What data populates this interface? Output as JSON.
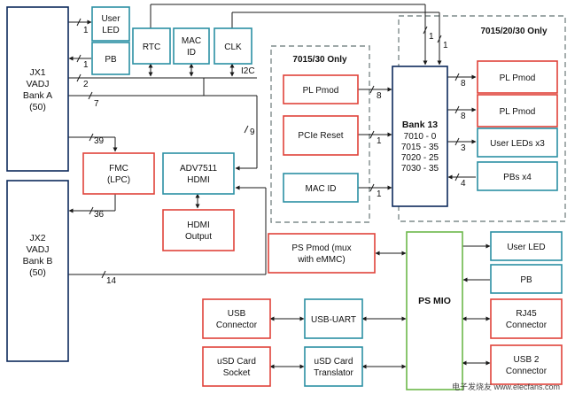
{
  "colors": {
    "ext_border": "#0d2a5c",
    "teal": "#2b8fa3",
    "red": "#e0433a",
    "green": "#6cb84a",
    "dashed": "#7f8c8c",
    "line": "#1a1a1a"
  },
  "blocks": {
    "jx1": {
      "lines": [
        "JX1",
        "VADJ",
        "Bank A",
        "(50)"
      ]
    },
    "jx2": {
      "lines": [
        "JX2",
        "VADJ",
        "Bank B",
        "(50)"
      ]
    },
    "user_led_top": {
      "lines": [
        "User",
        "LED"
      ]
    },
    "pb_top": {
      "lines": [
        "PB"
      ]
    },
    "rtc": {
      "lines": [
        "RTC"
      ]
    },
    "mac_id_top": {
      "lines": [
        "MAC",
        "ID"
      ]
    },
    "clk": {
      "lines": [
        "CLK"
      ]
    },
    "fmc": {
      "lines": [
        "FMC",
        "(LPC)"
      ]
    },
    "adv7511": {
      "lines": [
        "ADV7511",
        "HDMI"
      ]
    },
    "hdmi_output": {
      "lines": [
        "HDMI",
        "Output"
      ]
    },
    "pl_pmod_mid": {
      "lines": [
        "PL Pmod"
      ]
    },
    "pcie_reset": {
      "lines": [
        "PCIe Reset"
      ]
    },
    "mac_id_mid": {
      "lines": [
        "MAC ID"
      ]
    },
    "bank13": {
      "title": "Bank 13",
      "lines": [
        "7010 - 0",
        "7015 - 35",
        "7020 - 25",
        "7030 - 35"
      ]
    },
    "pl_pmod_r1": {
      "lines": [
        "PL Pmod"
      ]
    },
    "pl_pmod_r2": {
      "lines": [
        "PL Pmod"
      ]
    },
    "user_leds_x3": {
      "lines": [
        "User LEDs x3"
      ]
    },
    "pbs_x4": {
      "lines": [
        "PBs x4"
      ]
    },
    "ps_pmod": {
      "lines": [
        "PS Pmod (mux",
        "with eMMC)"
      ]
    },
    "ps_mio": {
      "lines": [
        "PS MIO"
      ]
    },
    "user_led_ps": {
      "lines": [
        "User LED"
      ]
    },
    "pb_ps": {
      "lines": [
        "PB"
      ]
    },
    "rj45": {
      "lines": [
        "RJ45",
        "Connector"
      ]
    },
    "usb_connector": {
      "lines": [
        "USB",
        "Connector"
      ]
    },
    "usb_uart": {
      "lines": [
        "USB-UART"
      ]
    },
    "usd_socket": {
      "lines": [
        "uSD Card",
        "Socket"
      ]
    },
    "usd_translator": {
      "lines": [
        "uSD Card",
        "Translator"
      ]
    },
    "usb2_connector": {
      "lines": [
        "USB 2",
        "Connector"
      ]
    }
  },
  "regions": {
    "only_7015_30": "7015/30 Only",
    "only_7015_20_30": "7015/20/30 Only"
  },
  "bus_labels": {
    "ul": "1",
    "pb": "1",
    "jx1_2": "2",
    "jx1_7": "7",
    "jx1_39": "39",
    "jx1_36": "36",
    "jx2_14": "14",
    "i2c": "I2C",
    "adv_9": "9",
    "rtc_1": "1",
    "clk_1": "1",
    "plpmod_8": "8",
    "pcie_1": "1",
    "mac_1": "1",
    "r1_8": "8",
    "r2_8": "8",
    "leds_3": "3",
    "pbs_4": "4"
  },
  "watermark": "电子发烧友 www.elecfans.com"
}
